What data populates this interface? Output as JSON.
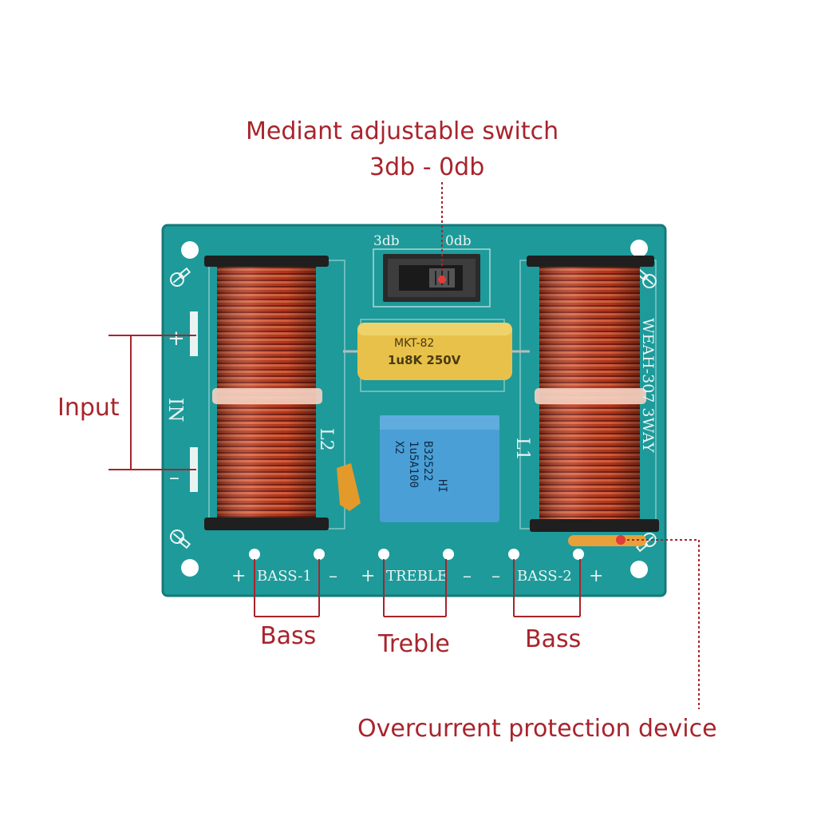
{
  "colors": {
    "callout_text": "#a8242c",
    "callout_line": "#a8242c",
    "pcb_green": "#1e9a9a",
    "silkscreen": "#e9f4f2",
    "copper_coil": "#b8381e",
    "yellow_capacitor": "#e8c14a",
    "blue_capacitor": "#4a9fd6"
  },
  "callouts": {
    "switch_title": "Mediant adjustable switch",
    "switch_range": "3db - 0db",
    "input": "Input",
    "bass_left": "Bass",
    "treble": "Treble",
    "bass_right": "Bass",
    "overcurrent": "Overcurrent protection device"
  },
  "board": {
    "switch_label_left": "3db",
    "switch_label_right": "0db",
    "model": "WEAH-307 3WAY",
    "input_label": "IN",
    "input_plus": "+",
    "input_minus": "–",
    "coil_left_label": "L2",
    "coil_right_label": "L1",
    "cap_yellow_line1": "MKT-82",
    "cap_yellow_line2": "1u8K 250V",
    "cap_blue_line1": "B32522",
    "cap_blue_line2": "1u5A100",
    "cap_blue_line3": "X2",
    "cap_blue_line4": "HI",
    "out_plus_1": "+",
    "out_bass_1": "BASS-1",
    "out_minus_1": "–",
    "out_plus_2": "+",
    "out_treble": "TREBLE",
    "out_minus_2": "–",
    "out_minus_3": "–",
    "out_bass_2": "BASS-2",
    "out_plus_3": "+"
  }
}
